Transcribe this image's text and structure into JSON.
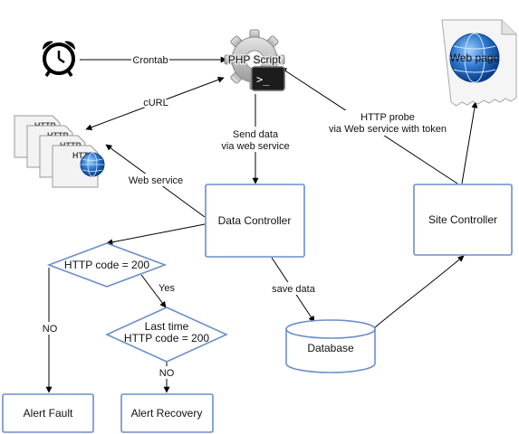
{
  "nodes": {
    "php_script": "PHP Script",
    "data_controller": "Data Controller",
    "site_controller": "Site Controller",
    "database": "Database",
    "http_code_check": "HTTP code = 200",
    "last_time_line1": "Last time",
    "last_time_line2": "HTTP code = 200",
    "alert_fault": "Alert Fault",
    "alert_recovery": "Alert Recovery",
    "web_page": "Web page",
    "http_doc": "HTTP",
    "terminal_prompt": ">_"
  },
  "edges": {
    "crontab": "Crontab",
    "curl": "cURL",
    "send_data_line1": "Send data",
    "send_data_line2": "via web service",
    "http_probe_line1": "HTTP probe",
    "http_probe_line2": "via Web service with token",
    "web_service": "Web service",
    "save_data": "save data",
    "yes": "Yes",
    "no_fault": "NO",
    "no_recovery": "NO"
  },
  "colors": {
    "box_border": "#6b8fc9",
    "edge": "#000000",
    "globe": "#2a74c9",
    "gear": "#b9b9b9"
  },
  "icons": {
    "alarm_clock": "alarm-clock-icon",
    "gear": "gear-icon",
    "terminal": "terminal-icon",
    "http_documents": "http-documents-icon",
    "globe": "globe-icon",
    "web_page_document": "web-page-document-icon"
  }
}
